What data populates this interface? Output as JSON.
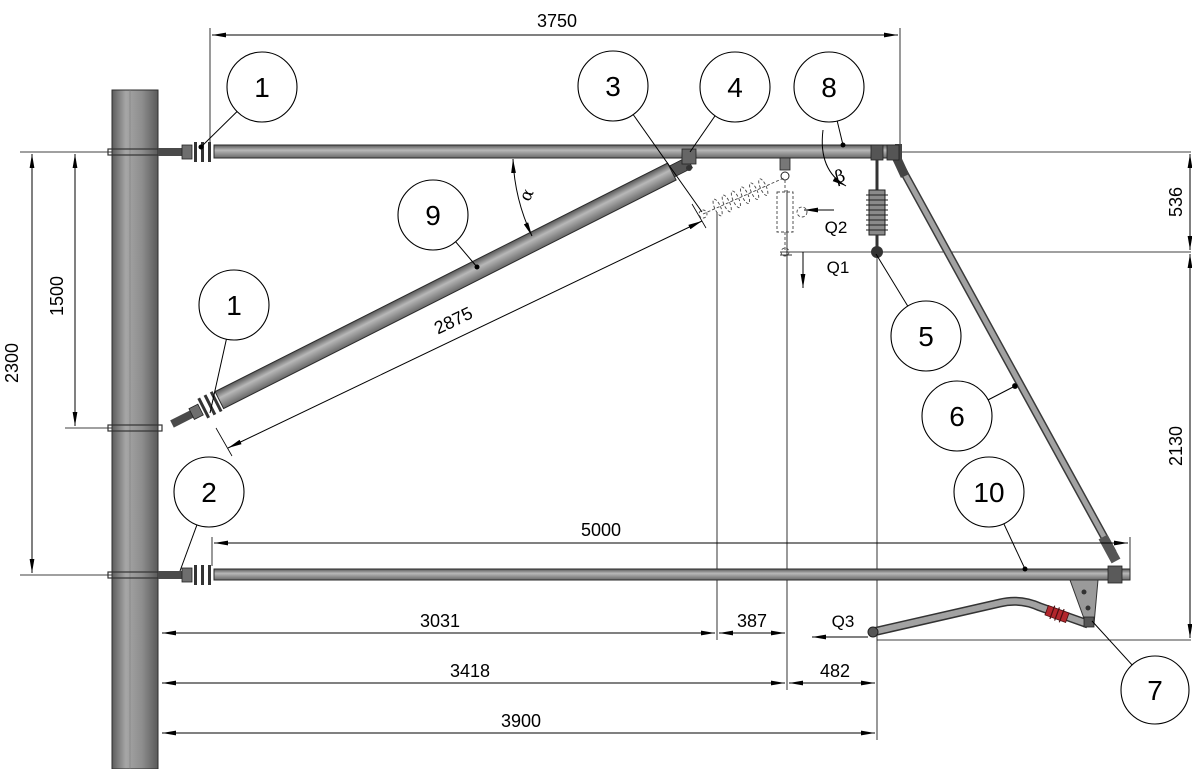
{
  "colors": {
    "ink": "#000000",
    "steel": "#a2a2a2",
    "insulator": "#b3262c"
  },
  "dimensions": {
    "top_span": "3750",
    "left_total": "2300",
    "left_upper": "1500",
    "diagonal": "2875",
    "right_upper": "536",
    "right_lower": "2130",
    "bottom_span": "5000",
    "row1_left": "3031",
    "row1_right": "387",
    "row2_left": "3418",
    "row2_right": "482",
    "row3": "3900"
  },
  "angles": {
    "alpha": "α",
    "beta": "β"
  },
  "loads": {
    "q1": "Q1",
    "q2": "Q2",
    "q3": "Q3"
  },
  "callouts": [
    {
      "label": "1"
    },
    {
      "label": "3"
    },
    {
      "label": "4"
    },
    {
      "label": "8"
    },
    {
      "label": "9"
    },
    {
      "label": "1"
    },
    {
      "label": "5"
    },
    {
      "label": "6"
    },
    {
      "label": "2"
    },
    {
      "label": "10"
    },
    {
      "label": "7"
    }
  ]
}
